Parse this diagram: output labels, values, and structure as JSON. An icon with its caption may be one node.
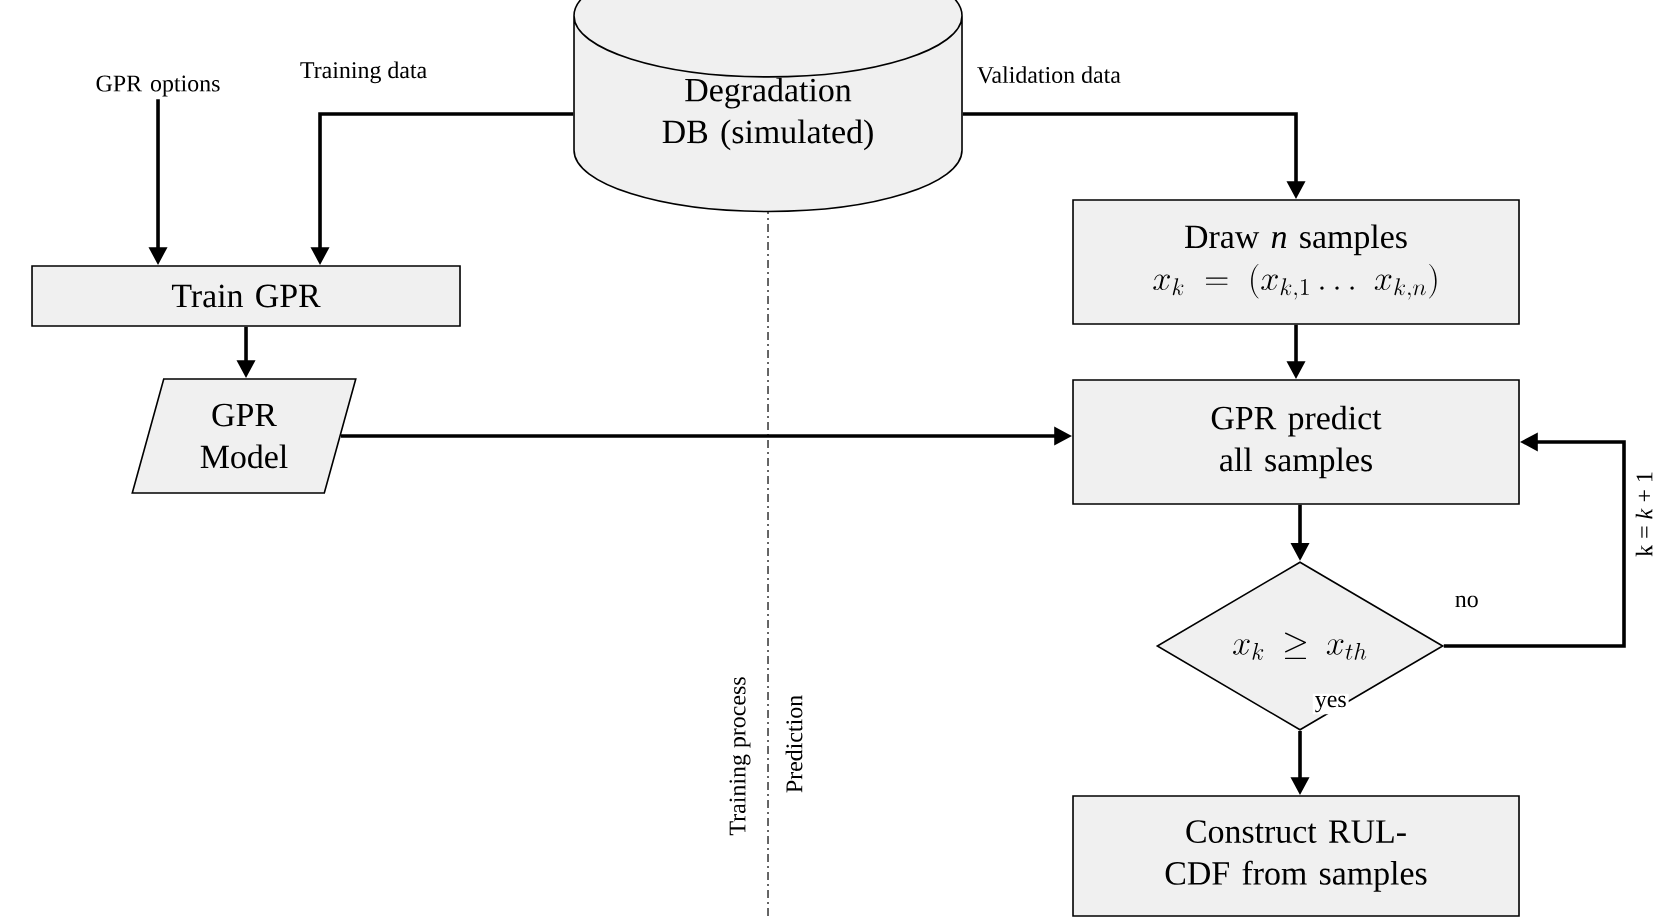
{
  "diagram": {
    "nodes": [
      {
        "text": [
          "GPR options"
        ]
      },
      {
        "text": [
          "Degradation DB (simulated)"
        ]
      },
      {
        "text": [
          "Train GPR"
        ]
      },
      {
        "text": [
          "GPR Model"
        ]
      },
      {
        "text": [
          "Draw *n* samples",
          "x_k = (x_{k,1} \\ldots\\ x_{k,n})"
        ]
      },
      {
        "text": [
          "GPR predict all samples"
        ]
      },
      {
        "text": [
          "x_k \\geq x_{th}"
        ]
      },
      {
        "text": [
          "Construct RUL-CDF from samples"
        ]
      }
    ],
    "edges": [
      {
        "from": 0,
        "to": 2,
        "arrow": "to"
      },
      {
        "from": 1,
        "to": 2,
        "arrow": "to",
        "label": "Training data"
      },
      {
        "from": 1,
        "to": 4,
        "arrow": "to",
        "label": "Validation data"
      },
      {
        "from": 2,
        "to": 3,
        "arrow": "to"
      },
      {
        "from": 3,
        "to": 5,
        "arrow": "to"
      },
      {
        "from": 4,
        "to": 5,
        "arrow": "to"
      },
      {
        "from": 5,
        "to": 6,
        "arrow": "to"
      },
      {
        "from": 6,
        "to": 5,
        "arrow": "to",
        "label": "no"
      },
      {
        "from": 6,
        "to": 7,
        "arrow": "to",
        "label": "yes"
      }
    ],
    "labels": [
      "Training process",
      "Prediction",
      "k = *k* + 1"
    ]
  }
}
